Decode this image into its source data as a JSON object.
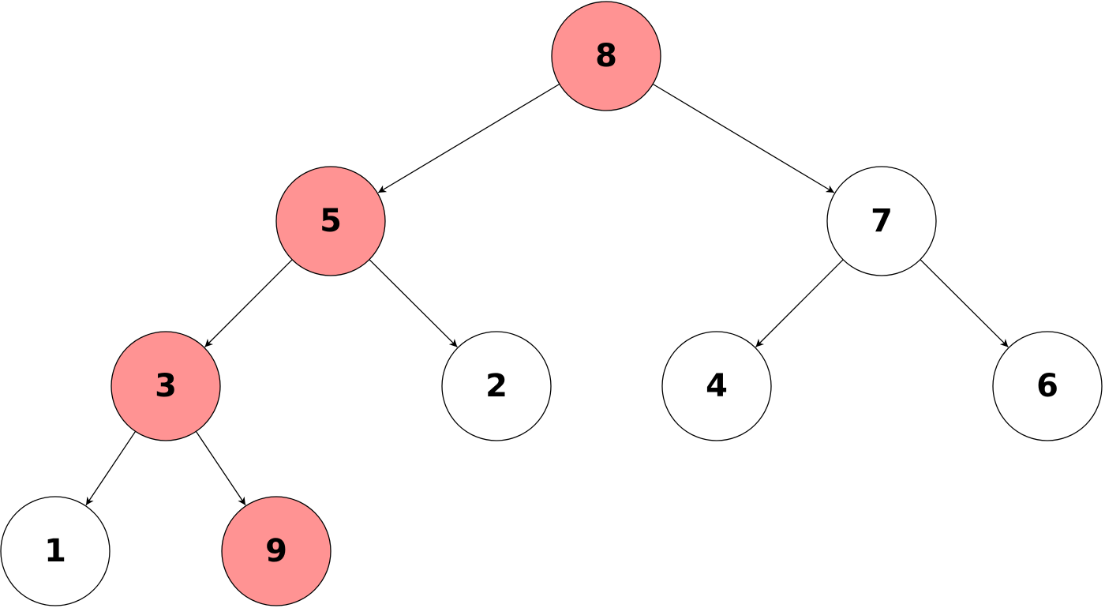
{
  "colors": {
    "highlight": "#FF9393",
    "normal": "#FFFFFF",
    "stroke": "#000000"
  },
  "nodes": [
    {
      "id": "n8",
      "label": "8",
      "highlighted": true
    },
    {
      "id": "n5",
      "label": "5",
      "highlighted": true
    },
    {
      "id": "n7",
      "label": "7",
      "highlighted": false
    },
    {
      "id": "n3",
      "label": "3",
      "highlighted": true
    },
    {
      "id": "n2",
      "label": "2",
      "highlighted": false
    },
    {
      "id": "n4",
      "label": "4",
      "highlighted": false
    },
    {
      "id": "n6",
      "label": "6",
      "highlighted": false
    },
    {
      "id": "n1",
      "label": "1",
      "highlighted": false
    },
    {
      "id": "n9",
      "label": "9",
      "highlighted": true
    }
  ],
  "edges": [
    {
      "from": "n8",
      "to": "n5"
    },
    {
      "from": "n8",
      "to": "n7"
    },
    {
      "from": "n5",
      "to": "n3"
    },
    {
      "from": "n5",
      "to": "n2"
    },
    {
      "from": "n7",
      "to": "n4"
    },
    {
      "from": "n7",
      "to": "n6"
    },
    {
      "from": "n3",
      "to": "n1"
    },
    {
      "from": "n3",
      "to": "n9"
    }
  ]
}
